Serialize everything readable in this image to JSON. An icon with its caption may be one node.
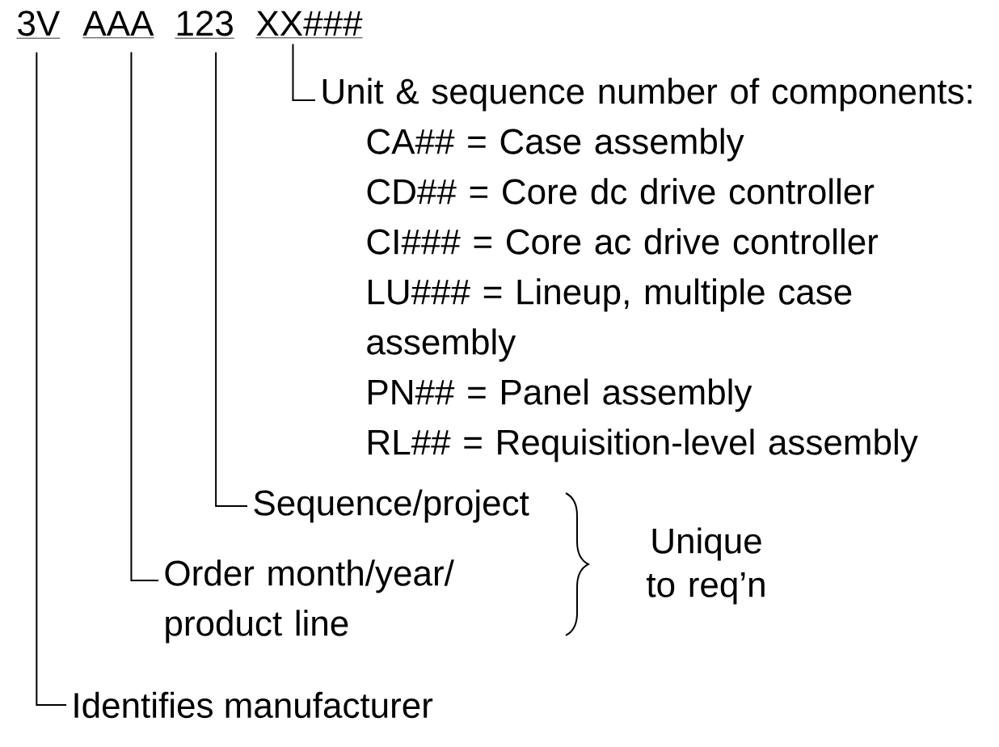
{
  "diagram": {
    "nodes": [
      {
        "text": [
          "3V"
        ]
      },
      {
        "text": [
          "AAA"
        ]
      },
      {
        "text": [
          "123"
        ]
      },
      {
        "text": [
          "XX###"
        ]
      },
      {
        "text": [
          "Unit & sequence number of components:",
          "CA## = Case assembly",
          "CD## = Core dc drive controller",
          "CI### = Core ac drive controller",
          "LU### = Lineup, multiple case assembly",
          "PN## = Panel assembly",
          "RL## = Requisition-level assembly"
        ]
      },
      {
        "text": [
          "Sequence/project"
        ]
      },
      {
        "text": [
          "Order month/year/ product line"
        ]
      },
      {
        "text": [
          "Identifies manufacturer"
        ]
      }
    ],
    "edges": [
      {
        "from": 3,
        "to": 4,
        "arrow": "none"
      },
      {
        "from": 2,
        "to": 5,
        "arrow": "none"
      },
      {
        "from": 1,
        "to": 6,
        "arrow": "none"
      },
      {
        "from": 0,
        "to": 7,
        "arrow": "none"
      }
    ],
    "labels": [
      "Unique to req’n"
    ]
  }
}
